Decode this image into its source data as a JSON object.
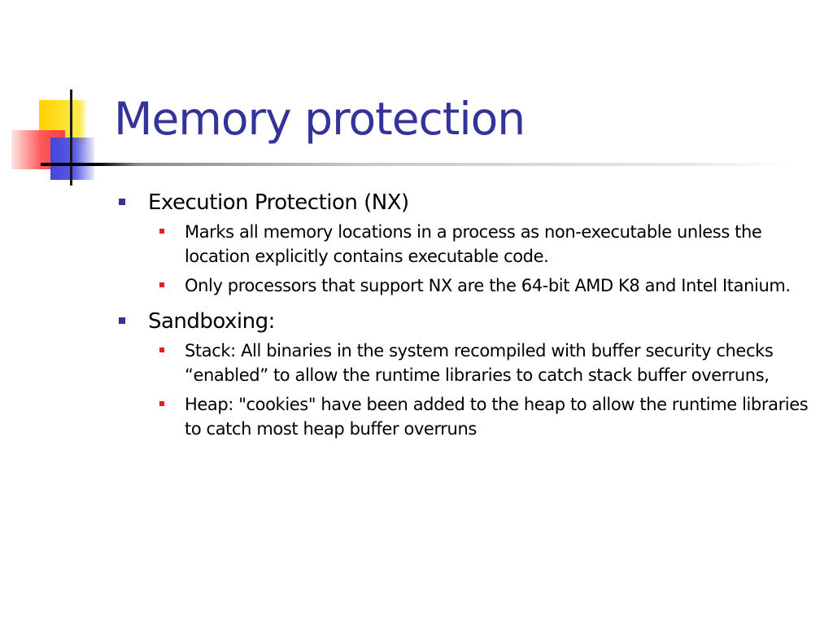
{
  "title": "Memory protection",
  "colors": {
    "title": "#333399",
    "bullet_level1": "#333399",
    "bullet_level2": "#e02020",
    "logo_yellow": "#ffd200",
    "logo_red": "#ff3b3b",
    "logo_blue": "#4545d8"
  },
  "bullets": [
    {
      "text": "Execution Protection (NX)",
      "children": [
        "Marks all memory locations in a process as non-executable unless the location explicitly contains executable code.",
        "Only processors that support NX are the 64-bit AMD K8 and Intel Itanium."
      ]
    },
    {
      "text": "Sandboxing:",
      "children": [
        "Stack: All binaries in the system recompiled with buffer security checks “enabled” to allow the runtime libraries to catch stack buffer overruns,",
        "Heap: \"cookies\" have been added to the heap to allow the runtime libraries to catch most heap buffer overruns"
      ]
    }
  ]
}
